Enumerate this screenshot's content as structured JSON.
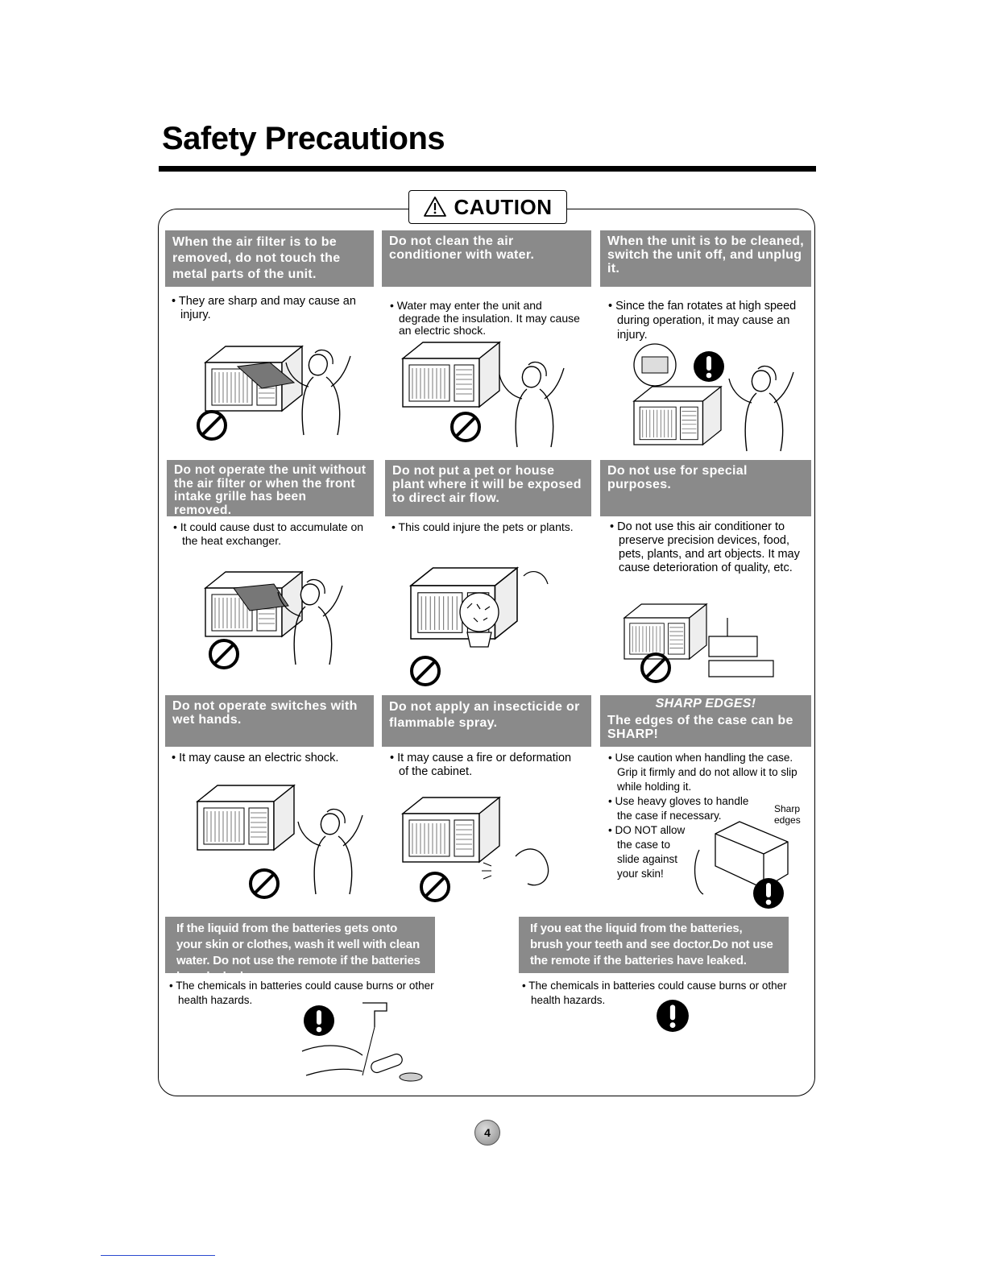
{
  "page": {
    "title": "Safety Precautions",
    "caution_label": "CAUTION",
    "page_number": "4"
  },
  "cells": [
    {
      "header": "When the air filter is to be removed, do not touch the metal parts of the unit.",
      "lines": [
        "• They are sharp and may cause an injury."
      ]
    },
    {
      "header": "Do not clean the air conditioner with water.",
      "lines": [
        "• Water may enter the unit and degrade the insulation. It may cause an electric shock."
      ]
    },
    {
      "header": "When the unit is to be cleaned, switch the unit off, and unplug it.",
      "lines": [
        "• Since the fan rotates at high speed during operation, it may cause an injury."
      ]
    },
    {
      "header": "Do not operate the unit without the air filter or when the front intake grille has been removed.",
      "lines": [
        "• It could cause dust to accumulate on the heat exchanger."
      ]
    },
    {
      "header": "Do not put a pet or house plant where it will be exposed to direct air flow.",
      "lines": [
        "• This could injure the pets or plants."
      ]
    },
    {
      "header": "Do not use for special purposes.",
      "lines": [
        "• Do not use this air conditioner to preserve precision devices, food, pets, plants, and art objects. It may cause deterioration of quality, etc."
      ]
    },
    {
      "header": "Do not operate switches with wet hands.",
      "lines": [
        "• It may cause an electric shock."
      ]
    },
    {
      "header": "Do not apply an insecticide or flammable spray.",
      "lines": [
        "• It may cause a fire or deformation of the cabinet."
      ]
    },
    {
      "header_title": "SHARP EDGES!",
      "header": "The edges of the case can be SHARP!",
      "lines": [
        "• Use caution when handling the case. Grip it firmly and do not allow it to slip while holding it.",
        "• Use heavy gloves to handle the case if necessary.",
        "• DO NOT allow the case to slide against your skin!"
      ],
      "callout": "Sharp edges"
    },
    {
      "header": "If the liquid from the batteries gets onto your skin or clothes, wash it well with clean water. Do not use the remote if the batteries have leaked.",
      "lines": [
        "• The chemicals in batteries could cause burns or other health hazards."
      ]
    },
    {
      "header": "If you eat the liquid from the batteries, brush your teeth and see doctor.Do not use the remote if the batteries have leaked.",
      "lines": [
        "• The chemicals in batteries could cause burns or other health hazards."
      ]
    }
  ],
  "colors": {
    "header_bg": "#8a8a8a",
    "header_text": "#ffffff"
  },
  "icons": [
    "warning-triangle-icon",
    "prohibited-icon",
    "mandatory-exclamation-icon"
  ]
}
